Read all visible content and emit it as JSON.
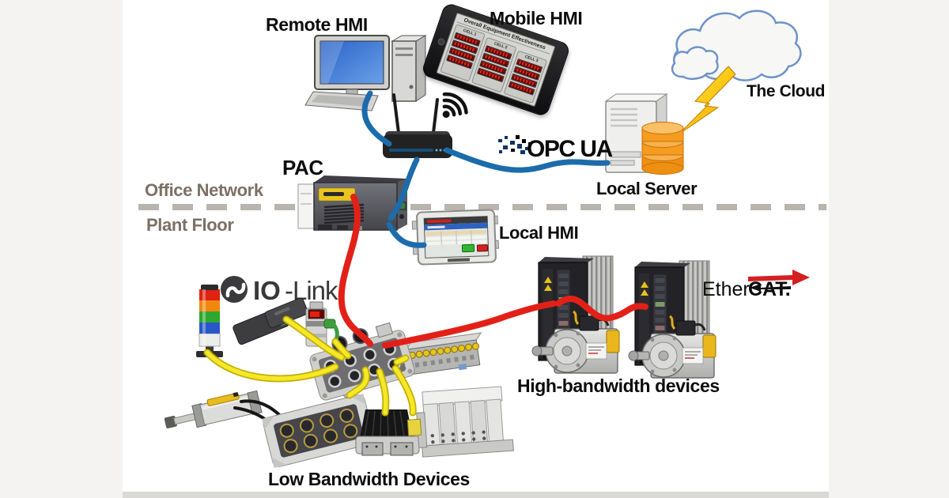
{
  "zones": {
    "office_network": "Office Network",
    "plant_floor": "Plant Floor"
  },
  "nodes": {
    "remote_hmi": {
      "label": "Remote HMI"
    },
    "mobile_hmi": {
      "label": "Mobile HMI",
      "screen_title": "Overall Equipment Effectiveness",
      "screen_cells": [
        "CELL 1",
        "CELL 2",
        "CELL 3"
      ]
    },
    "cloud": {
      "label": "The Cloud"
    },
    "local_server": {
      "label": "Local Server"
    },
    "pac": {
      "label": "PAC"
    },
    "local_hmi": {
      "label": "Local HMI"
    },
    "high_bandwidth_group": {
      "label": "High-bandwidth devices"
    },
    "low_bandwidth_group": {
      "label": "Low Bandwidth Devices"
    }
  },
  "logos": {
    "opc_ua": "OPC UA",
    "io_link_bold": "IO",
    "io_link_rest": "-Link",
    "ethercat_regular": "Ether",
    "ethercat_bold": "CAT."
  },
  "connections": {
    "office_cable_color": "#1c6cab",
    "highband_cable_color": "#e32017",
    "lowband_cable_color": "#f5e826",
    "zone_divider_color": "#b8b4ae"
  },
  "icons": [
    "wifi-icon",
    "cloud-icon",
    "lightning-icon",
    "database-icon",
    "io-link-icon",
    "router-icon",
    "desktop-computer-icon",
    "server-tower-icon",
    "stack-light-icon"
  ]
}
